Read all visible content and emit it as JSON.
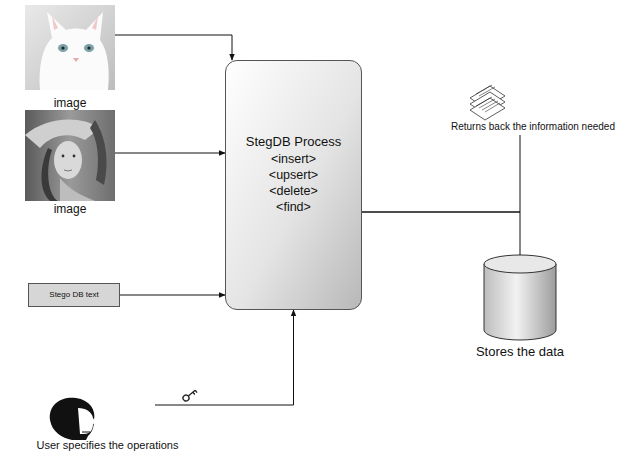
{
  "diagram": {
    "nodes": [
      {
        "text": [
          "image"
        ]
      },
      {
        "text": [
          "image"
        ]
      },
      {
        "text": [
          "Stego DB text"
        ]
      },
      {
        "text": [
          "StegDB Process",
          "<insert>",
          "<upsert>",
          "<delete>",
          "<find>"
        ]
      },
      {
        "text": [
          "Returns back the information needed"
        ]
      },
      {
        "text": [
          "Stores the data"
        ]
      },
      {
        "text": [
          "User specifies the operations"
        ]
      }
    ],
    "edges": [
      {
        "from": 0,
        "to": 3,
        "arrow": "to"
      },
      {
        "from": 1,
        "to": 3,
        "arrow": "to"
      },
      {
        "from": 2,
        "to": 3,
        "arrow": "to"
      },
      {
        "from": 6,
        "to": 3,
        "arrow": "to"
      },
      {
        "from": 3,
        "to": 4,
        "arrow": "none"
      },
      {
        "from": 3,
        "to": 5,
        "arrow": "none"
      }
    ]
  }
}
